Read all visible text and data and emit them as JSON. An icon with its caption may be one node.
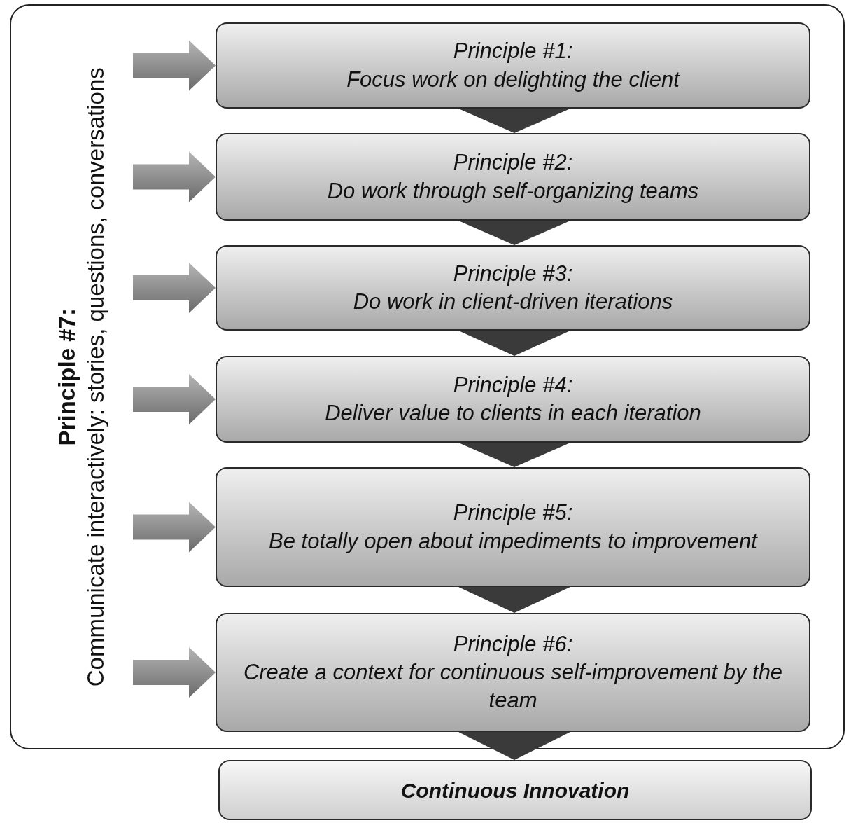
{
  "diagram": {
    "nodes": [
      {
        "text": [
          "Principle #7:",
          "Communicate interactively: stories, questions, conversations"
        ]
      },
      {
        "text": [
          "Principle #1:",
          "Focus work on delighting the client"
        ],
        "in": 0
      },
      {
        "text": [
          "Principle #2:",
          "Do work through self-organizing teams"
        ],
        "in": 0
      },
      {
        "text": [
          "Principle #3:",
          "Do work in client-driven iterations"
        ],
        "in": 0
      },
      {
        "text": [
          "Principle #4:",
          "Deliver value to clients in each iteration"
        ],
        "in": 0
      },
      {
        "text": [
          "Principle #5:",
          "Be totally open about impediments to improvement"
        ],
        "in": 0
      },
      {
        "text": [
          "Principle #6:",
          "Create a context for continuous self-improvement by the team"
        ],
        "in": 0
      },
      {
        "text": [
          "Continuous Innovation"
        ]
      }
    ],
    "edges": [
      {
        "from": null,
        "to": 1,
        "arrow": "to",
        "style": "thick"
      },
      {
        "from": null,
        "to": 2,
        "arrow": "to",
        "style": "thick"
      },
      {
        "from": null,
        "to": 3,
        "arrow": "to",
        "style": "thick"
      },
      {
        "from": null,
        "to": 4,
        "arrow": "to",
        "style": "thick"
      },
      {
        "from": null,
        "to": 5,
        "arrow": "to",
        "style": "thick"
      },
      {
        "from": null,
        "to": 6,
        "arrow": "to",
        "style": "thick"
      },
      {
        "from": 1,
        "to": 2,
        "arrow": "to"
      },
      {
        "from": 2,
        "to": 3,
        "arrow": "to"
      },
      {
        "from": 3,
        "to": 4,
        "arrow": "to"
      },
      {
        "from": 4,
        "to": 5,
        "arrow": "to"
      },
      {
        "from": 5,
        "to": 6,
        "arrow": "to"
      },
      {
        "from": 6,
        "to": 7,
        "arrow": "to"
      }
    ]
  }
}
